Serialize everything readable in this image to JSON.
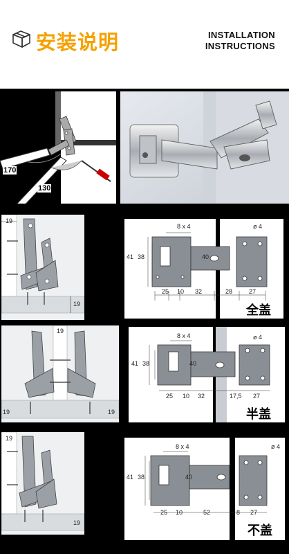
{
  "header": {
    "title_cn": "安装说明",
    "title_en_line1": "INSTALLATION",
    "title_en_line2": "INSTRUCTIONS",
    "icon": "box-icon"
  },
  "intro": {
    "angle_170": "170",
    "angle_130": "130"
  },
  "full_overlay": {
    "label": "全盖",
    "left_gap": "19",
    "bottom_gap": "19",
    "slot": "8 x 4",
    "hole_d": "ø 4",
    "h41": "41",
    "h38": "38",
    "d40": "40",
    "d25": "25",
    "d10": "10",
    "d32": "32",
    "d28": "28",
    "d27": "27"
  },
  "half_overlay": {
    "label": "半盖",
    "center_gap": "19",
    "left_gap": "19",
    "right_gap": "19",
    "slot": "8 x 4",
    "hole_d": "ø 4",
    "h41": "41",
    "h38": "38",
    "d40": "40",
    "d25": "25",
    "d10": "10",
    "d32": "32",
    "d17": "17,5",
    "d27": "27"
  },
  "inset": {
    "label": "不盖",
    "left_gap": "19",
    "bottom_gap": "19",
    "slot": "8 x 4",
    "hole_d": "ø 4",
    "h41": "41",
    "h38": "38",
    "d40": "40",
    "d25": "25",
    "d10": "10",
    "d52": "52",
    "d8": "8",
    "d27": "27"
  }
}
